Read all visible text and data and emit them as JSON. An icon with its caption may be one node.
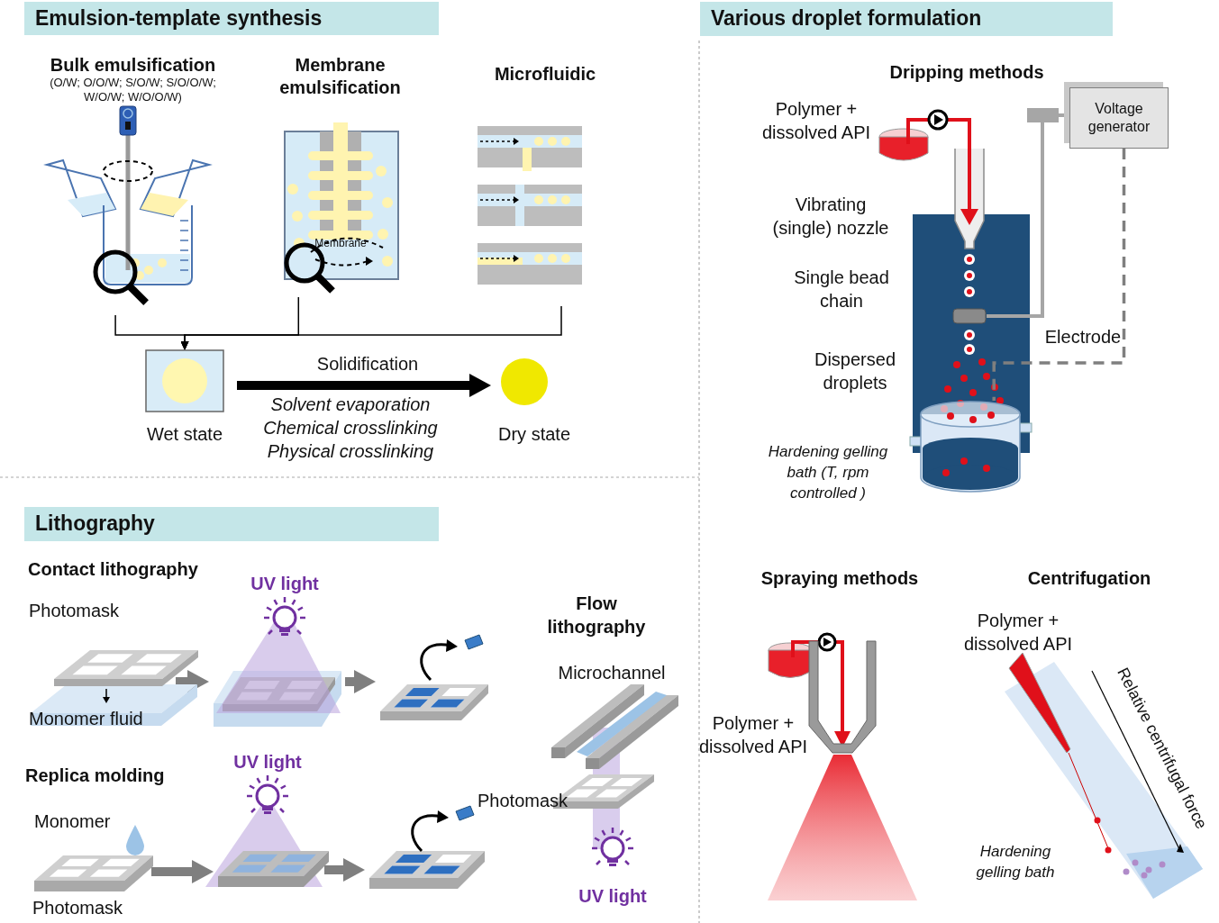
{
  "diagram": {
    "nodes": [
      {
        "text": [
          "Emulsion-template synthesis"
        ]
      },
      {
        "text": [
          "Various droplet formulation"
        ]
      },
      {
        "text": [
          "Bulk emulsification",
          "(O/W; O/O/W; S/O/W; S/O/O/W; W/O/W; W/O/O/W)"
        ]
      },
      {
        "text": [
          "Membrane emulsification"
        ]
      },
      {
        "text": [
          "Microfluidic"
        ]
      },
      {
        "text": [
          "Wet state"
        ]
      },
      {
        "text": [
          "Dry state"
        ]
      },
      {
        "text": [
          "Lithography"
        ]
      },
      {
        "text": [],
        "shape": "picture"
      },
      {
        "text": [],
        "shape": "picture"
      },
      {
        "text": [],
        "shape": "picture"
      },
      {
        "text": [],
        "shape": "picture"
      },
      {
        "text": [],
        "shape": "picture"
      },
      {
        "text": [],
        "shape": "picture"
      },
      {
        "text": [
          "Voltage generator"
        ]
      },
      {
        "text": [],
        "shape": "box"
      },
      {
        "text": [],
        "shape": "cylinder",
        "beside": [
          "Hardening gelling bath (T, rpm controlled )"
        ]
      }
    ],
    "edges": [
      {
        "from": 2,
        "to": 5,
        "arrow": "to",
        "color": "#000000"
      },
      {
        "from": 3,
        "to": 5,
        "arrow": "to",
        "color": "#000000"
      },
      {
        "from": 4,
        "to": 5,
        "arrow": "to",
        "color": "#000000"
      },
      {
        "from": 5,
        "to": 6,
        "arrow": "to",
        "label": "Solidification",
        "style": "thick",
        "color": "#000000"
      },
      {
        "from": 8,
        "to": 9,
        "arrow": "to",
        "style": "thick",
        "color": "#7f7f7f"
      },
      {
        "from": 9,
        "to": 10,
        "arrow": "to",
        "style": "thick",
        "color": "#7f7f7f"
      },
      {
        "from": 11,
        "to": 12,
        "arrow": "to",
        "style": "thick",
        "color": "#7f7f7f"
      },
      {
        "from": 12,
        "to": 13,
        "arrow": "to",
        "style": "thick",
        "color": "#7f7f7f"
      },
      {
        "from": 14,
        "to": 15,
        "arrow": "none",
        "color": "#a6a6a6"
      },
      {
        "from": 14,
        "to": 16,
        "arrow": "none",
        "style": "dashed",
        "color": "#7f7f7f"
      }
    ],
    "labels": [
      "Solvent evaporation",
      "Chemical crosslinking",
      "Physical crosslinking",
      "Membrane",
      "Dripping methods",
      "Polymer + dissolved API",
      "Vibrating (single) nozzle",
      "Single bead chain",
      "Electrode",
      "Dispersed droplets",
      "Contact lithography",
      "Photomask",
      "UV light",
      "Monomer fluid",
      "Flow lithography",
      "Microchannel",
      "Replica molding",
      "UV light",
      "Monomer",
      "Photomask",
      "Photomask",
      "UV light",
      "Spraying methods",
      "Centrifugation",
      "Polymer + dissolved API",
      "Polymer + dissolved API",
      "Relative centrifugal force",
      "Hardening gelling bath"
    ]
  }
}
